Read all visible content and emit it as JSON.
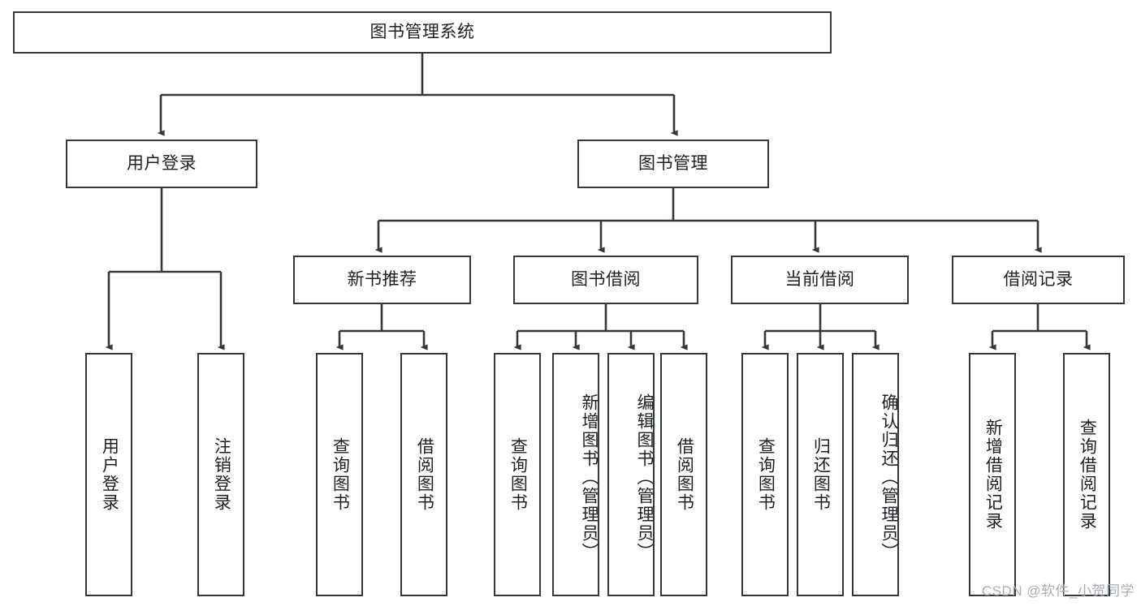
{
  "diagram": {
    "title": "图书管理系统",
    "type": "功能结构图",
    "root": {
      "id": "root",
      "label": "图书管理系统"
    },
    "level2": [
      {
        "id": "user-login",
        "label": "用户登录"
      },
      {
        "id": "book-manage",
        "label": "图书管理"
      }
    ],
    "level3": [
      {
        "id": "new-book-recommend",
        "label": "新书推荐"
      },
      {
        "id": "book-borrow",
        "label": "图书借阅"
      },
      {
        "id": "current-borrow",
        "label": "当前借阅"
      },
      {
        "id": "borrow-record",
        "label": "借阅记录"
      }
    ],
    "leaves": {
      "user_login": [
        {
          "id": "leaf-user-login",
          "label": "用户登录"
        },
        {
          "id": "leaf-logout",
          "label": "注销登录"
        }
      ],
      "new_book_recommend": [
        {
          "id": "leaf-query-book-1",
          "label": "查询图书"
        },
        {
          "id": "leaf-borrow-book-1",
          "label": "借阅图书"
        }
      ],
      "book_borrow": [
        {
          "id": "leaf-query-book-2",
          "label": "查询图书"
        },
        {
          "id": "leaf-add-book",
          "label": "新增图书（管理员）"
        },
        {
          "id": "leaf-edit-book",
          "label": "编辑图书（管理员）"
        },
        {
          "id": "leaf-borrow-book-2",
          "label": "借阅图书"
        }
      ],
      "current_borrow": [
        {
          "id": "leaf-query-book-3",
          "label": "查询图书"
        },
        {
          "id": "leaf-return-book",
          "label": "归还图书"
        },
        {
          "id": "leaf-confirm-return",
          "label": "确认归还（管理员）"
        }
      ],
      "borrow_record": [
        {
          "id": "leaf-add-record",
          "label": "新增借阅记录"
        },
        {
          "id": "leaf-query-record",
          "label": "查询借阅记录"
        }
      ]
    }
  },
  "watermark": {
    "text": "CSDN @软件_小贺同学"
  },
  "colors": {
    "stroke": "#33383d",
    "fill": "#ffffff",
    "text": "#1d2023",
    "watermark": "#a9adb2"
  }
}
